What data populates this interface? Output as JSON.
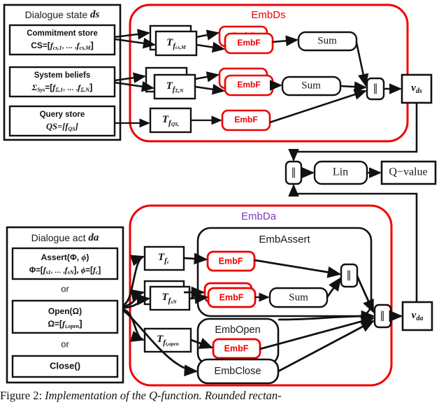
{
  "figure": {
    "caption_prefix": "Figure 2:",
    "caption_text": "Implementation of the Q-function.  Rounded rectan-"
  },
  "colors": {
    "emb_ds_container": "#ee0000",
    "emb_da_container": "#7a3bbd",
    "embf_box": "#ee0000",
    "stroke": "#111111",
    "background": "#ffffff"
  },
  "top": {
    "input_panel": {
      "title_plain": "Dialogue state ",
      "title_symbol": "ds",
      "items": [
        {
          "name": "commitment-store",
          "line1": "Commitment store",
          "line2_lhs": "CS=[",
          "line2_f1": "f",
          "line2_f1_sub": "cs,1",
          "line2_mid": ", … ,",
          "line2_f2": "f",
          "line2_f2_sub": "cs,M",
          "line2_rhs": "]"
        },
        {
          "name": "system-beliefs",
          "line1": "System beliefs",
          "line2_lhs": "Σ",
          "line2_lhs_sub": "Sys",
          "line2_eq": "=[",
          "line2_f1": "f",
          "line2_f1_sub": "Σ,1",
          "line2_mid": ", … ,",
          "line2_f2": "f",
          "line2_f2_sub": "Σ,N",
          "line2_rhs": "]"
        },
        {
          "name": "query-store",
          "line1": "Query store",
          "line2_lhs": "QS=[",
          "line2_f1": "f",
          "line2_f1_sub": "QS",
          "line2_rhs": "]"
        }
      ]
    },
    "container_label": "EmbDs",
    "transforms": [
      {
        "name": "t-fcs-m",
        "base": "T",
        "sub_f": "f",
        "sub_idx": "cs,M",
        "stacked": true
      },
      {
        "name": "t-fsigma-n",
        "base": "T",
        "sub_f": "f",
        "sub_idx": "Σ,N",
        "stacked": true
      },
      {
        "name": "t-fqs",
        "base": "T",
        "sub_f": "f",
        "sub_idx": "QS,",
        "stacked": false
      }
    ],
    "embf_label": "EmbF",
    "embf_rows": [
      {
        "name": "embf-cs",
        "stacked": true
      },
      {
        "name": "embf-sys",
        "stacked": true
      },
      {
        "name": "embf-qs",
        "stacked": false
      }
    ],
    "sum_label": "Sum",
    "sums": [
      "Sum",
      "Sum"
    ],
    "concat_label": "∥",
    "output": {
      "base": "v",
      "sub": "ds"
    }
  },
  "middle": {
    "concat_label": "∥",
    "lin_label": "Lin",
    "qvalue_label": "Q−value"
  },
  "bottom": {
    "input_panel": {
      "title_plain": "Dialogue act ",
      "title_symbol": "da",
      "assert": {
        "name": "assert-option",
        "line1_fn": "Assert(",
        "line1_a": "Φ",
        "line1_comma": ", ",
        "line1_b": "ϕ",
        "line1_close": ")",
        "line2_a": "Φ",
        "line2_eq": "=[",
        "line2_f1": "f",
        "line2_f1_sub": "s1",
        "line2_mid": ", … ,",
        "line2_f2": "f",
        "line2_f2_sub": "sN",
        "line2_rb": "], ",
        "line2_b": "ϕ",
        "line2_eq2": "=[",
        "line2_f3": "f",
        "line2_f3_sub": "c",
        "line2_rb2": "]"
      },
      "or_label": "or",
      "open": {
        "name": "open-option",
        "line1": "Open(Ω)",
        "line2_lhs": "Ω=[",
        "line2_f": "f",
        "line2_f_sub": "t,open",
        "line2_rhs": "]"
      },
      "close": {
        "name": "close-option",
        "label": "Close()"
      }
    },
    "container_label": "EmbDa",
    "transforms": [
      {
        "name": "t-fc",
        "base": "T",
        "sub_f": "f",
        "sub_idx": "c",
        "stacked": false
      },
      {
        "name": "t-fsn",
        "base": "T",
        "sub_f": "f",
        "sub_idx": "sN",
        "stacked": true
      },
      {
        "name": "t-ftopen",
        "base": "T",
        "sub_f": "f",
        "sub_idx": "t,open",
        "stacked": false
      }
    ],
    "emb_assert_label": "EmbAssert",
    "embf_label": "EmbF",
    "embf_rows": [
      {
        "name": "embf-assert-c",
        "stacked": false
      },
      {
        "name": "embf-assert-sn",
        "stacked": true
      },
      {
        "name": "embf-open",
        "stacked": false
      }
    ],
    "sum_label": "Sum",
    "inner_concat_label": "∥",
    "emb_open_label": "EmbOpen",
    "emb_close_label": "EmbClose",
    "concat_label": "∥",
    "output": {
      "base": "v",
      "sub": "da"
    }
  }
}
